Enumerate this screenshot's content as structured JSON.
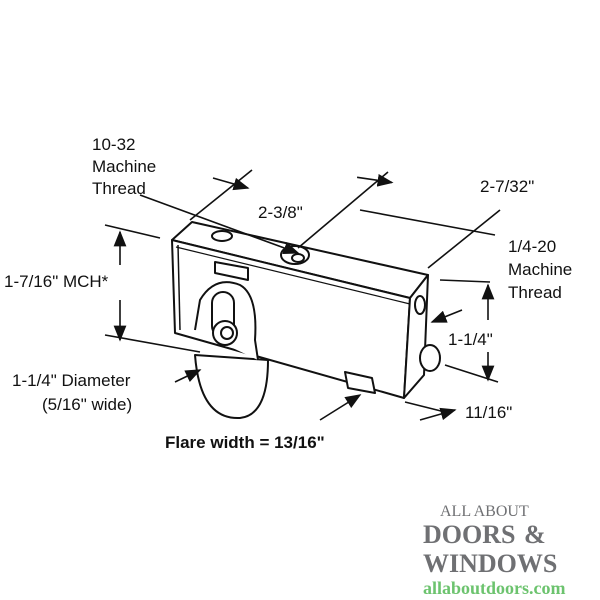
{
  "labels": {
    "thread_1032": [
      "10-32",
      "Machine",
      "Thread"
    ],
    "length_238": "2-3/8\"",
    "length_2732": "2-7/32\"",
    "thread_1420": [
      "1/4-20",
      "Machine",
      "Thread"
    ],
    "mch": "1-7/16\" MCH*",
    "height_114": "1-1/4\"",
    "diameter": [
      "1-1/4\" Diameter",
      "(5/16\" wide)"
    ],
    "width_1116": "11/16\"",
    "flare": "Flare width = 13/16\""
  },
  "logo": {
    "line1": "ALL ABOUT",
    "line2": "DOORS",
    "ampersand": "&",
    "line3": "WINDOWS",
    "url": "allaboutdoors.com",
    "colors": {
      "text": "#6f7073",
      "url": "#6cc36e"
    }
  }
}
